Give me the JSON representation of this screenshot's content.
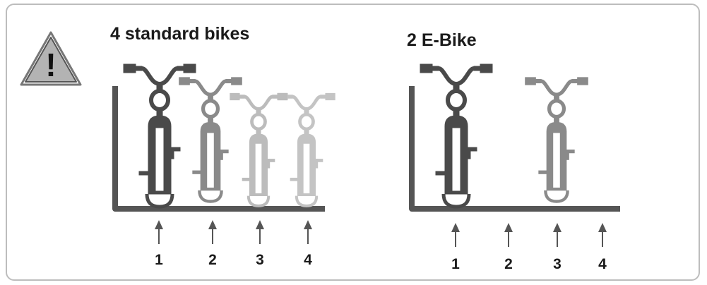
{
  "panels": [
    {
      "title": "4 standard bikes",
      "positions": [
        "1",
        "2",
        "3",
        "4"
      ]
    },
    {
      "title": "2 E-Bike",
      "positions": [
        "1",
        "2",
        "3",
        "4"
      ]
    }
  ],
  "warning": {
    "symbol": "!",
    "icon": "warning-triangle-icon"
  },
  "colors": {
    "dark": "#4a4a4a",
    "mid": "#8a8a8a",
    "light": "#bcbcbc",
    "lighter": "#c4c4c4",
    "rack": "#555555"
  }
}
